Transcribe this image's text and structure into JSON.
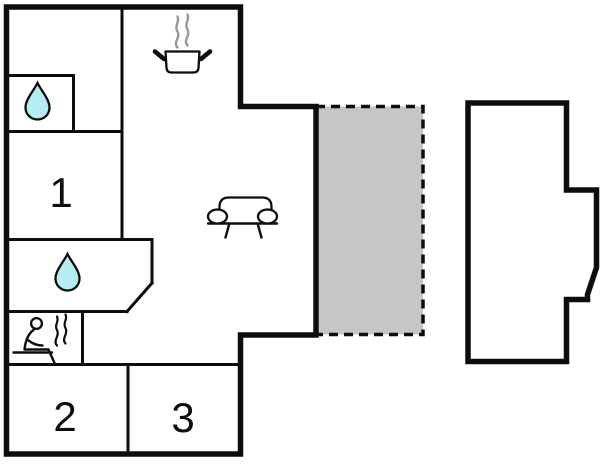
{
  "colors": {
    "background": "#ffffff",
    "wall": "#0d0d0d",
    "terrace_fill": "#c6c6c6",
    "drop_fill": "#b5edf2",
    "steam": "#999999"
  },
  "rooms": {
    "room1_label": "1",
    "room2_label": "2",
    "room3_label": "3"
  },
  "icons": [
    {
      "name": "water-drop-icon"
    },
    {
      "name": "water-drop-icon"
    },
    {
      "name": "cooking-pot-icon"
    },
    {
      "name": "sofa-icon"
    },
    {
      "name": "sauna-person-icon"
    }
  ]
}
